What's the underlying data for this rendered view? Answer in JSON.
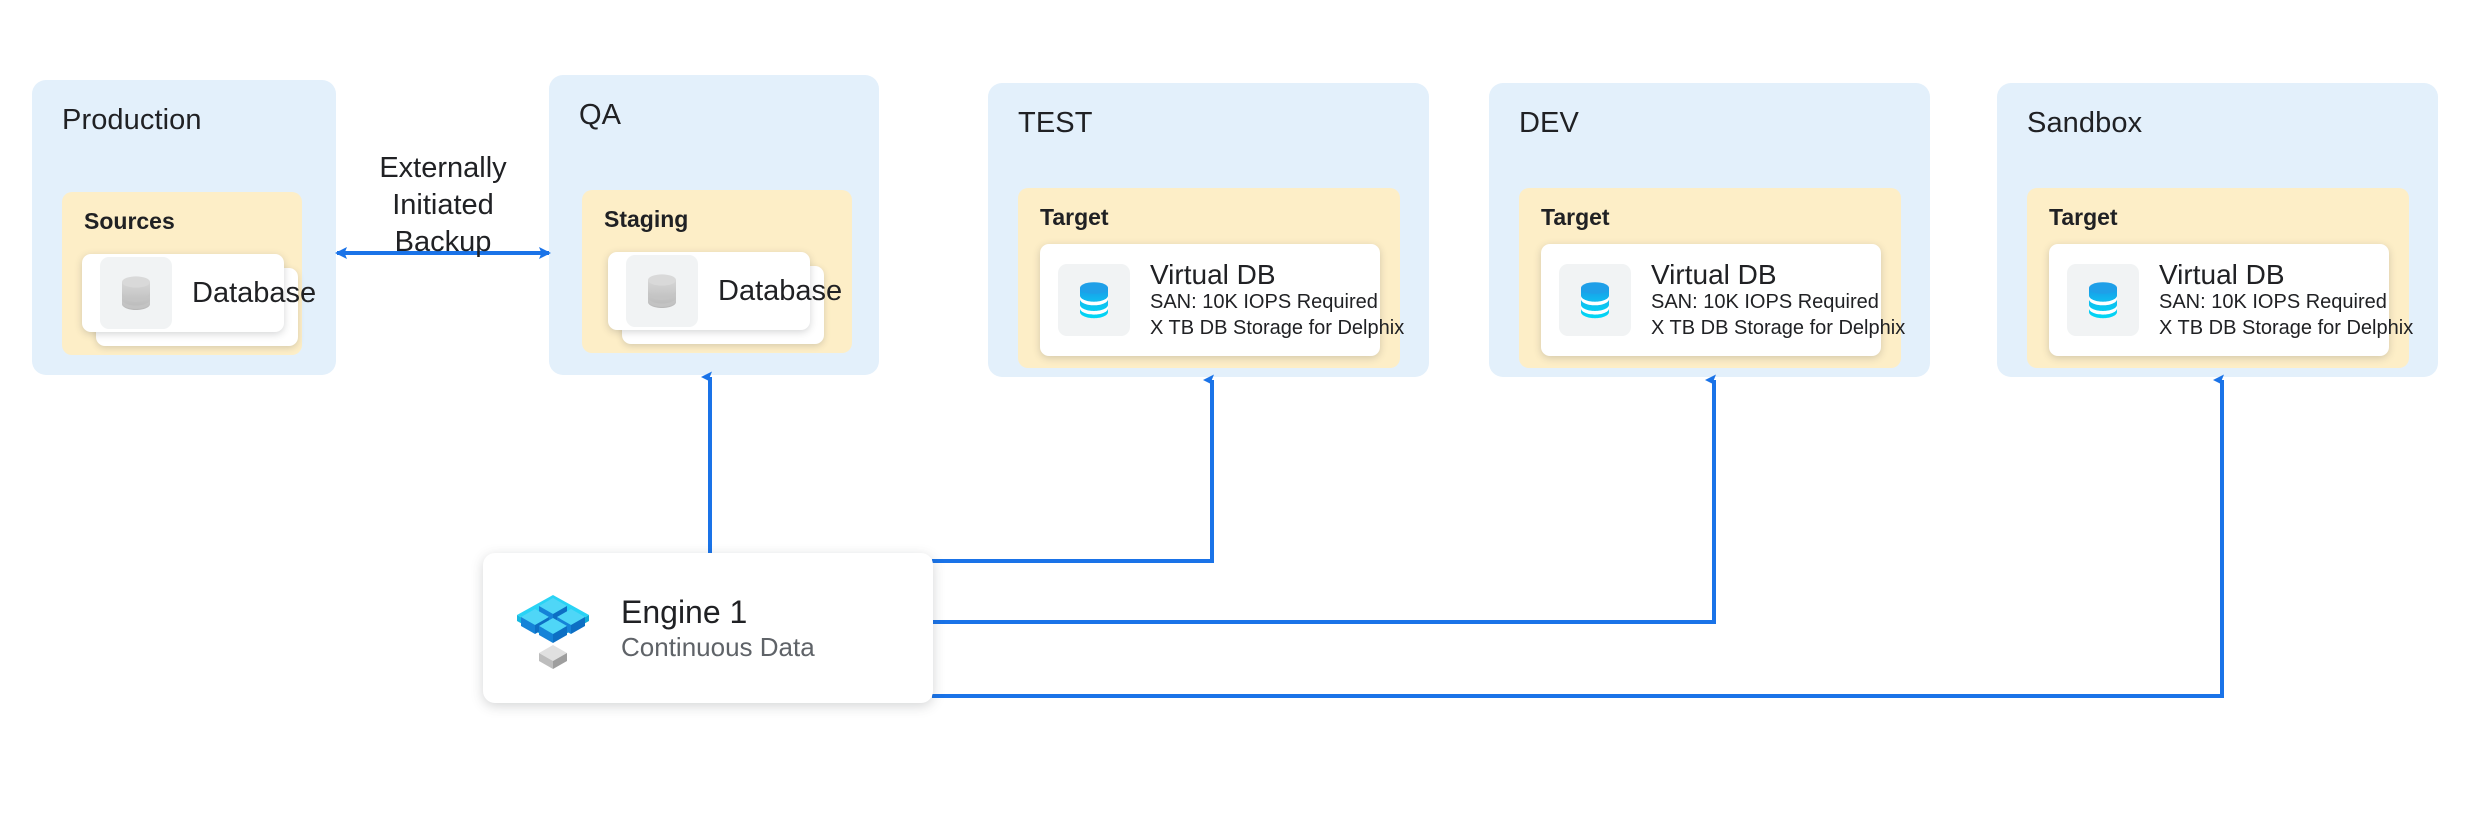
{
  "diagram": {
    "title": "Delphix Continuous Data Engine Environment Topology",
    "accent_blue": "#1a73e8",
    "panel_blue": "#e3f0fb",
    "group_yellow": "#fdeec7"
  },
  "environments": [
    {
      "name": "Production",
      "group": {
        "label": "Sources",
        "items": [
          {
            "title": "Database",
            "icon": "database-gray-icon",
            "stacked": true
          }
        ]
      }
    },
    {
      "name": "QA",
      "group": {
        "label": "Staging",
        "items": [
          {
            "title": "Database",
            "icon": "database-gray-icon",
            "stacked": true
          }
        ]
      }
    },
    {
      "name": "TEST",
      "group": {
        "label": "Target",
        "items": [
          {
            "title": "Virtual DB",
            "icon": "virtual-db-blue-icon",
            "stacked": false,
            "lines": [
              "SAN: 10K IOPS Required",
              "X TB DB Storage for Delphix"
            ]
          }
        ]
      }
    },
    {
      "name": "DEV",
      "group": {
        "label": "Target",
        "items": [
          {
            "title": "Virtual DB",
            "icon": "virtual-db-blue-icon",
            "stacked": false,
            "lines": [
              "SAN: 10K IOPS Required",
              "X TB DB Storage for Delphix"
            ]
          }
        ]
      }
    },
    {
      "name": "Sandbox",
      "group": {
        "label": "Target",
        "items": [
          {
            "title": "Virtual DB",
            "icon": "virtual-db-blue-icon",
            "stacked": false,
            "lines": [
              "SAN: 10K IOPS Required",
              "X TB DB Storage for Delphix"
            ]
          }
        ]
      }
    }
  ],
  "engine": {
    "title": "Engine 1",
    "subtitle": "Continuous Data",
    "icon": "engine-cubes-icon"
  },
  "connectors": {
    "backup_label": "Externally\nInitiated\nBackup",
    "backup_label_line1": "Externally",
    "backup_label_line2": "Initiated",
    "backup_label_line3": "Backup",
    "arrow_color": "#1a73e8",
    "edges": [
      {
        "from": "Production.Sources",
        "to": "QA.Staging",
        "type": "bidirectional",
        "label": "Externally Initiated Backup"
      },
      {
        "from": "Engine 1",
        "to": "QA.Staging",
        "type": "arrow"
      },
      {
        "from": "Engine 1",
        "to": "TEST.Target",
        "type": "arrow"
      },
      {
        "from": "Engine 1",
        "to": "DEV.Target",
        "type": "arrow"
      },
      {
        "from": "Engine 1",
        "to": "Sandbox.Target",
        "type": "arrow"
      }
    ]
  }
}
